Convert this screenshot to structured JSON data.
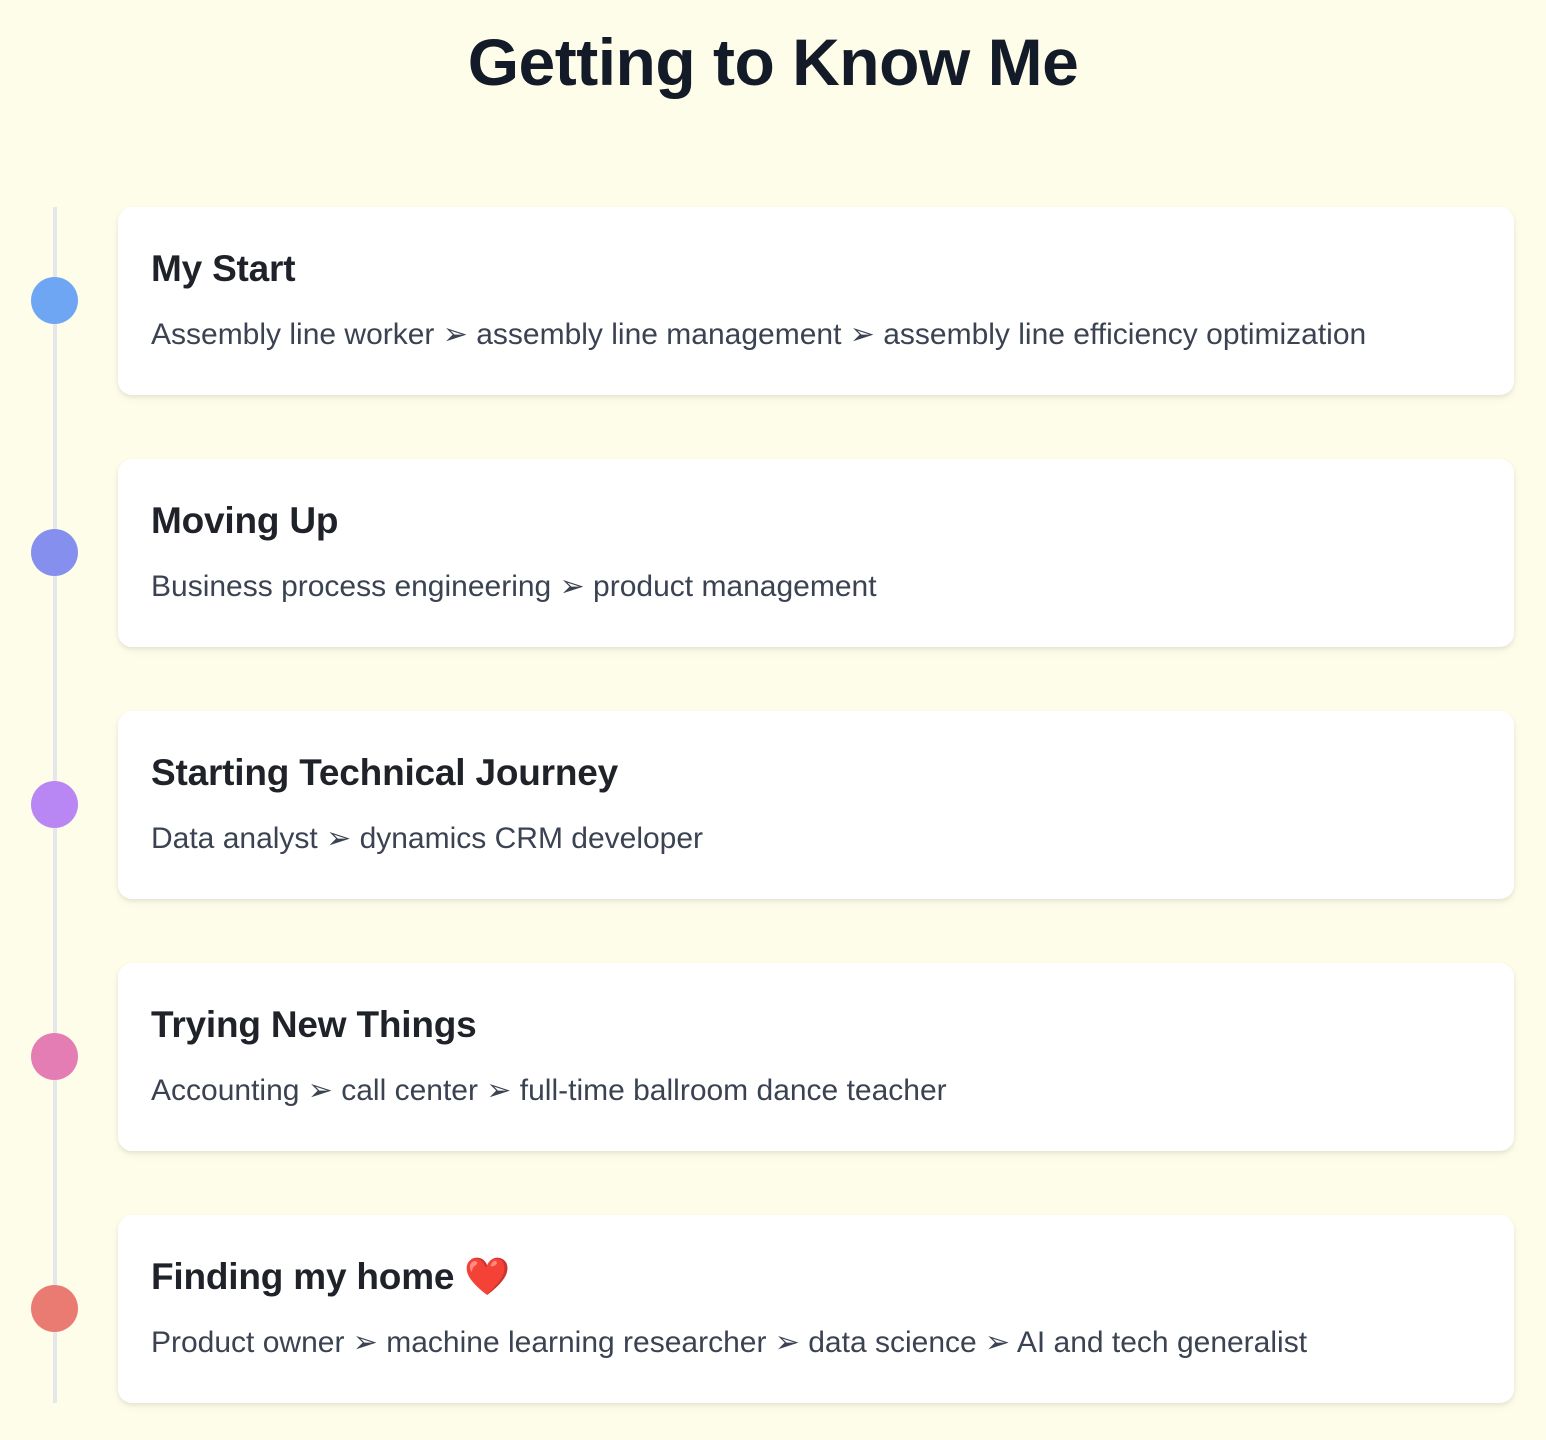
{
  "page": {
    "title": "Getting to Know Me"
  },
  "timeline": {
    "line_color": "#e5e7eb",
    "items": [
      {
        "title": "My Start",
        "description": "Assembly line worker ➢ assembly line management ➢ assembly line efficiency optimization",
        "dot_color": "#6ea6f4"
      },
      {
        "title": "Moving Up",
        "description": "Business process engineering ➢ product management",
        "dot_color": "#8590ee"
      },
      {
        "title": "Starting Technical Journey",
        "description": "Data analyst ➢ dynamics CRM developer",
        "dot_color": "#b987f4"
      },
      {
        "title": "Trying New Things",
        "description": "Accounting ➢ call center ➢ full-time ballroom dance teacher",
        "dot_color": "#e57db5"
      },
      {
        "title": "Finding my home ❤️",
        "description": "Product owner ➢ machine learning researcher ➢ data science ➢ AI and tech generalist",
        "dot_color": "#e97b72"
      }
    ]
  }
}
